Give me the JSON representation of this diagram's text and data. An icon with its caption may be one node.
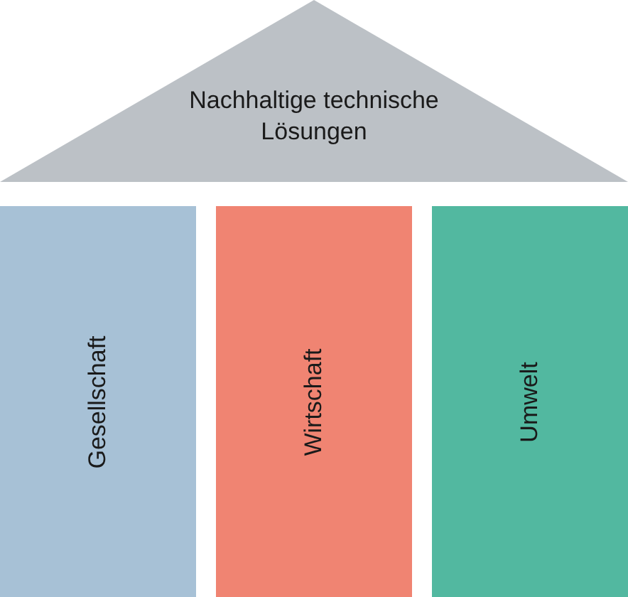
{
  "diagram": {
    "nodes": [
      {
        "text": [
          "Nachhaltige technische Lösungen"
        ]
      },
      {
        "text": [
          "Gesellschaft"
        ]
      },
      {
        "text": [
          "Wirtschaft"
        ]
      },
      {
        "text": [
          "Umwelt"
        ]
      }
    ]
  }
}
